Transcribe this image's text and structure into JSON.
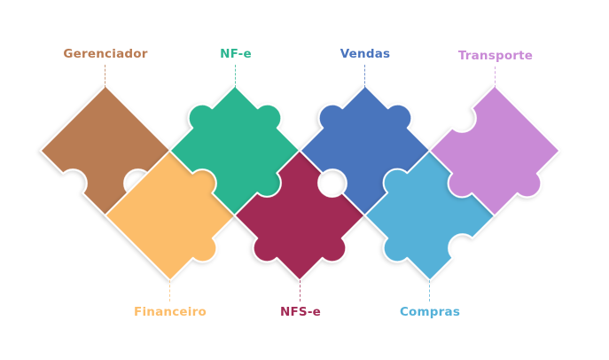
{
  "labels": {
    "gerenciador": "Gerenciador",
    "nfe": "NF-e",
    "vendas": "Vendas",
    "transporte": "Transporte",
    "financeiro": "Financeiro",
    "nfse": "NFS-e",
    "compras": "Compras"
  },
  "colors": {
    "gerenciador": "#b97b52",
    "nfe": "#2bb590",
    "vendas": "#4a74bd",
    "transporte": "#c98ad6",
    "financeiro": "#fcbd6a",
    "nfse": "#a22a55",
    "compras": "#54b1d8"
  }
}
